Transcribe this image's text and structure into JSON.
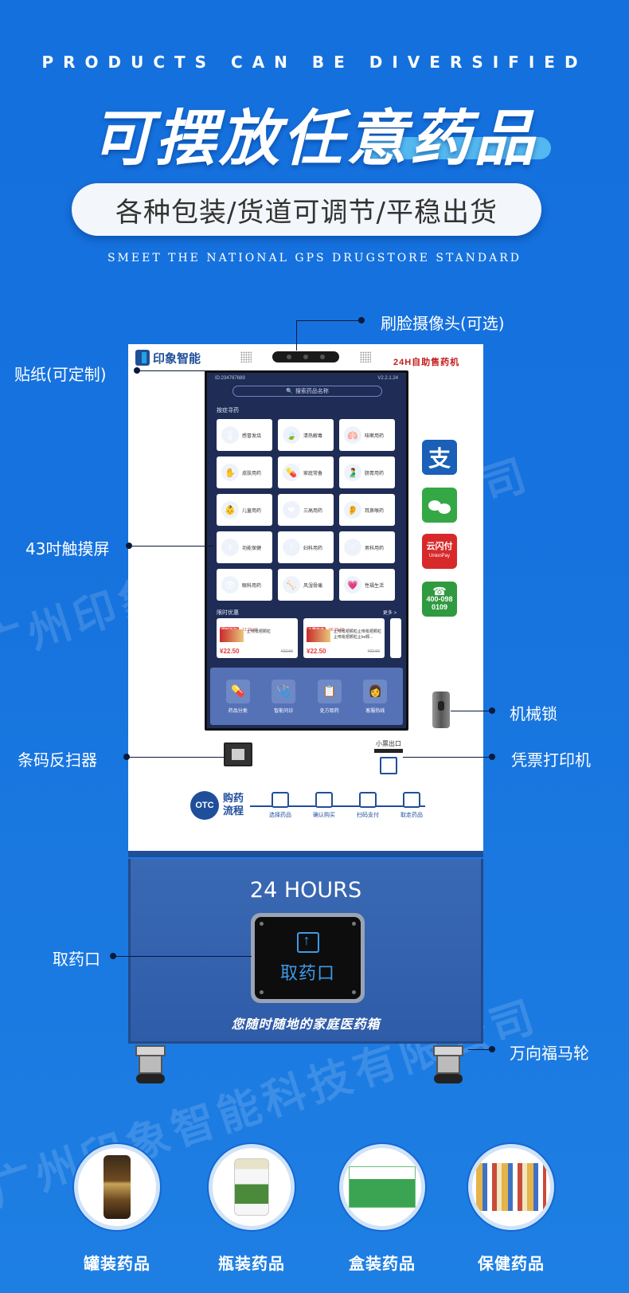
{
  "header": {
    "en_title": "PRODUCTS CAN BE DIVERSIFIED",
    "cn_title": "可摆放任意药品",
    "subtitle": "各种包装/货道可调节/平稳出货",
    "en_subtitle": "SMEET THE NATIONAL GPS DRUGSTORE STANDARD"
  },
  "machine": {
    "logo_text": "印象智能",
    "brand_label": "24H自助售药机",
    "hours": "24 HOURS",
    "pickup_label": "取药口",
    "slogan": "您随时随地的家庭医药箱",
    "printer_label": "小票出口"
  },
  "screen": {
    "device_id": "ID:234787689",
    "version": "V2.2.1.24",
    "search_placeholder": "搜索药品名称",
    "section_title": "按症寻药",
    "categories": [
      {
        "label": "感冒发烧",
        "icon": "🌡"
      },
      {
        "label": "清热解毒",
        "icon": "🍃"
      },
      {
        "label": "咳嗽用药",
        "icon": "🫁"
      },
      {
        "label": "皮肤用药",
        "icon": "✋"
      },
      {
        "label": "家庭常备",
        "icon": "💊"
      },
      {
        "label": "肠胃用药",
        "icon": "🫃"
      },
      {
        "label": "儿童用药",
        "icon": "👶"
      },
      {
        "label": "三高用药",
        "icon": "❤"
      },
      {
        "label": "耳鼻喉药",
        "icon": "👂"
      },
      {
        "label": "功能保健",
        "icon": "⚕"
      },
      {
        "label": "妇科用药",
        "icon": "♀"
      },
      {
        "label": "男科用药",
        "icon": "♂"
      },
      {
        "label": "眼科用药",
        "icon": "👁"
      },
      {
        "label": "风湿骨痛",
        "icon": "🦴"
      },
      {
        "label": "性福生活",
        "icon": "💗"
      }
    ],
    "promo_title": "限时优惠",
    "promo_more": "更多 >",
    "promos": [
      {
        "tag": "限时折扣",
        "time": "12:20:30",
        "name": "止咳枇杷颗粒",
        "price": "¥22.50",
        "old_price": "¥22.50"
      },
      {
        "tag": "人群首选",
        "time": "00:20:30",
        "name": "止咳枇杷颗粒止咳枇杷颗粒止咳枇杷颗粒止ke颗...",
        "price": "¥22.50",
        "old_price": "¥22.50"
      }
    ],
    "dock": [
      {
        "label": "药品分类",
        "icon": "💊"
      },
      {
        "label": "智能问诊",
        "icon": "🩺"
      },
      {
        "label": "处方取药",
        "icon": "📋"
      },
      {
        "label": "客服热线",
        "icon": "👩"
      }
    ]
  },
  "payments": {
    "alipay_glyph": "支",
    "cloudpay_label": "云闪付",
    "cloudpay_sub": "UnionPay",
    "hotline": "400-098 0109"
  },
  "otc": {
    "badge": "OTC",
    "title": "购药流程",
    "steps": [
      "选择药品",
      "确认购买",
      "扫码支付",
      "取走药品"
    ]
  },
  "callouts": {
    "camera": "刷脸摄像头(可选)",
    "sticker": "贴纸(可定制)",
    "touchscreen": "43吋触摸屏",
    "lock": "机械锁",
    "scanner": "条码反扫器",
    "printer": "凭票打印机",
    "pickup": "取药口",
    "wheels": "万向福马轮"
  },
  "watermark": "广州印象智能科技有限公司",
  "products": [
    {
      "label": "罐装药品"
    },
    {
      "label": "瓶装药品"
    },
    {
      "label": "盒装药品"
    },
    {
      "label": "保健药品"
    }
  ],
  "colors": {
    "background": "#1672de",
    "machine_blue": "#2f5ca8",
    "brand_navy": "#1f4f9a",
    "accent_cyan": "#5ec3f3",
    "pickup_blue": "#3e9ae9"
  }
}
